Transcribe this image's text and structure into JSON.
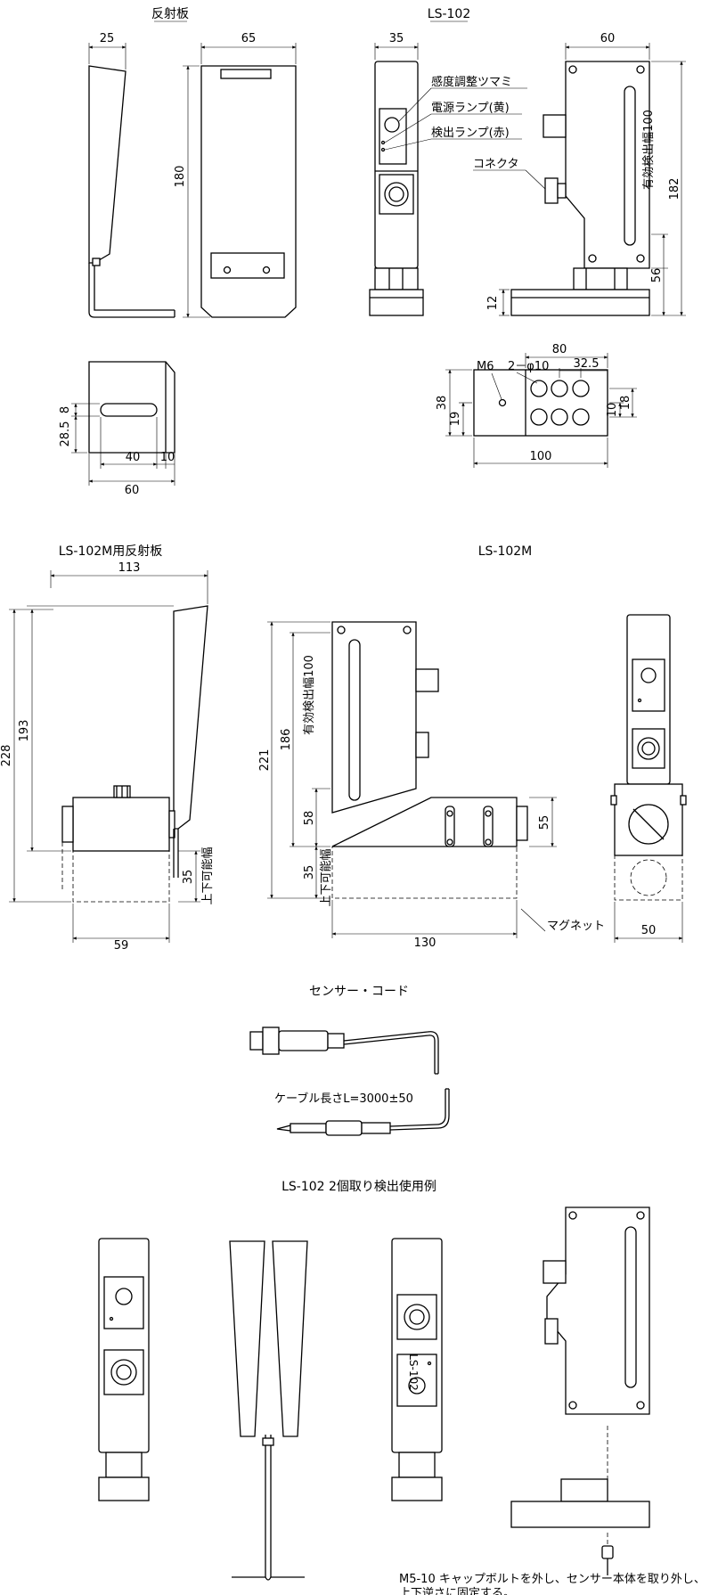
{
  "titles": {
    "reflector": "反射板",
    "ls102": "LS-102",
    "ls102m_reflector": "LS-102M用反射板",
    "ls102m": "LS-102M",
    "cord": "センサー・コード",
    "example": "LS-102  2個取り検出使用例"
  },
  "labels": {
    "knob": "感度調整ツマミ",
    "power_lamp": "電源ランプ(黄)",
    "detect_lamp": "検出ランプ(赤)",
    "connector": "コネクタ",
    "effective_width": "有効検出幅100",
    "effective_width_m": "有効検出幅100",
    "m6": "M6",
    "hole": "2－φ10",
    "vertical_range_a": "上下可能幅",
    "vertical_range_b": "上下可能幅",
    "magnet": "マグネット",
    "cable_length": "ケーブル長さL=3000±50",
    "note_line1": "M5-10 キャップボルトを外し、センサー本体を取り外し、",
    "note_line2": "上下逆さに固定する。"
  },
  "dims": {
    "refl_25": "25",
    "refl_65": "65",
    "refl_180": "180",
    "refl_8": "8",
    "refl_285": "28.5",
    "refl_40": "40",
    "refl_10": "10",
    "refl_60": "60",
    "ls_35": "35",
    "ls_60": "60",
    "ls_182": "182",
    "ls_56": "56",
    "ls_12": "12",
    "base_80": "80",
    "base_325": "32.5",
    "base_38": "38",
    "base_19": "19",
    "base_10": "10",
    "base_18": "18",
    "base_100": "100",
    "m_113": "113",
    "m_193": "193",
    "m_228": "228",
    "m_35a": "35",
    "m_59": "59",
    "m_186": "186",
    "m_221": "221",
    "m_58": "58",
    "m_35b": "35",
    "m_130": "130",
    "m_55": "55",
    "m_50": "50"
  },
  "module_text": "LS-102"
}
